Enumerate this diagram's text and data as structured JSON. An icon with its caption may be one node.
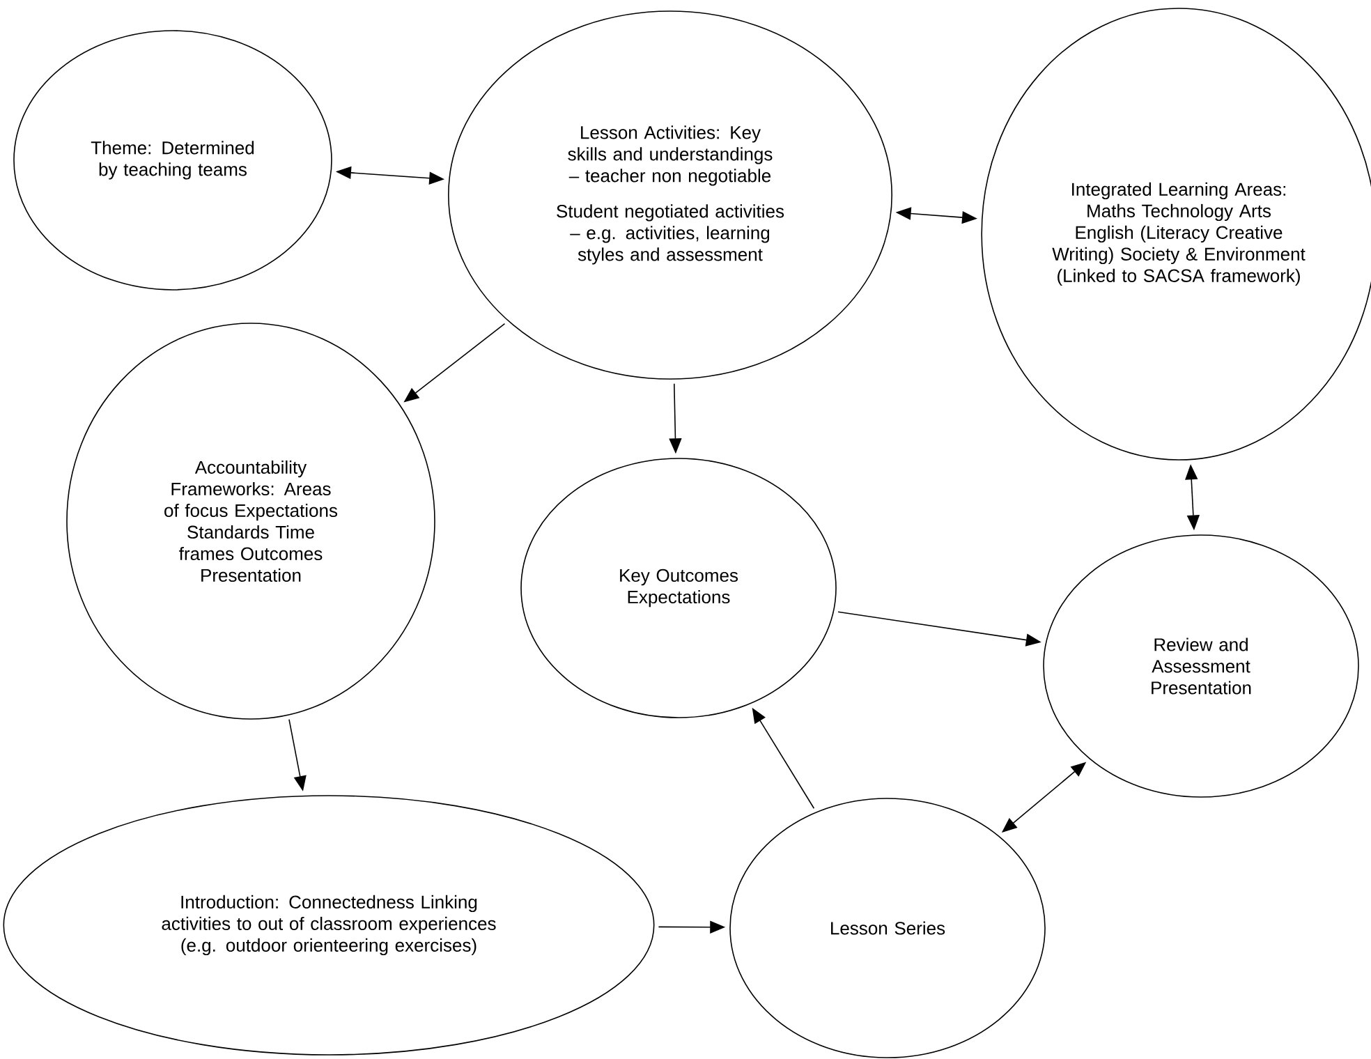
{
  "diagram": {
    "nodes": [
      {
        "text": [
          "Theme: Determined by teaching teams"
        ]
      },
      {
        "text": [
          "Lesson Activities: Key skills and understandings – teacher non negotiable",
          "Student negotiated activities – e.g. activities, learning styles and assessment"
        ]
      },
      {
        "text": [
          "Integrated Learning Areas: Maths Technology Arts English (Literacy Creative Writing) Society & Environment (Linked to SACSA framework)"
        ]
      },
      {
        "text": [
          "Accountability Frameworks: Areas of focus Expectations Standards Time frames Outcomes Presentation"
        ]
      },
      {
        "text": [
          "Key Outcomes Expectations"
        ]
      },
      {
        "text": [
          "Review and Assessment Presentation"
        ]
      },
      {
        "text": [
          "Introduction: Connectedness Linking activities to out of classroom experiences (e.g. outdoor orienteering exercises)"
        ]
      },
      {
        "text": [
          "Lesson Series"
        ]
      }
    ],
    "edges": [
      {
        "from": 0,
        "to": 1,
        "arrow": "both"
      },
      {
        "from": 1,
        "to": 2,
        "arrow": "both"
      },
      {
        "from": 1,
        "to": 3,
        "arrow": "to"
      },
      {
        "from": 1,
        "to": 4,
        "arrow": "to"
      },
      {
        "from": 2,
        "to": 5,
        "arrow": "both"
      },
      {
        "from": 4,
        "to": 5,
        "arrow": "to"
      },
      {
        "from": 3,
        "to": 6,
        "arrow": "to"
      },
      {
        "from": 6,
        "to": 7,
        "arrow": "to"
      },
      {
        "from": 7,
        "to": 4,
        "arrow": "to"
      },
      {
        "from": 7,
        "to": 5,
        "arrow": "both"
      }
    ]
  }
}
